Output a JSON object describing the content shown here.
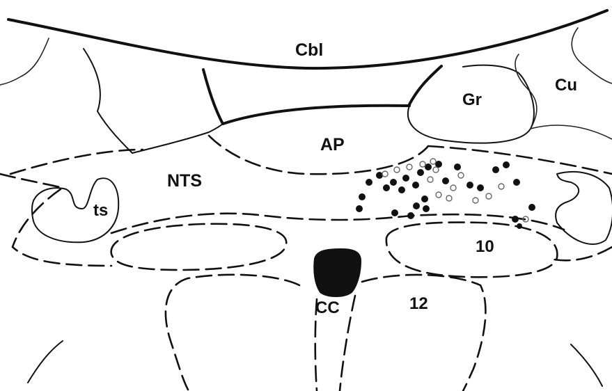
{
  "labels": {
    "cbl": "Cbl",
    "gr": "Gr",
    "cu": "Cu",
    "ap": "AP",
    "nts": "NTS",
    "ts": "ts",
    "ten": "10",
    "cc": "CC",
    "twelve": "12"
  },
  "colors": {
    "ink": "#111111",
    "background": "#ffffff"
  }
}
